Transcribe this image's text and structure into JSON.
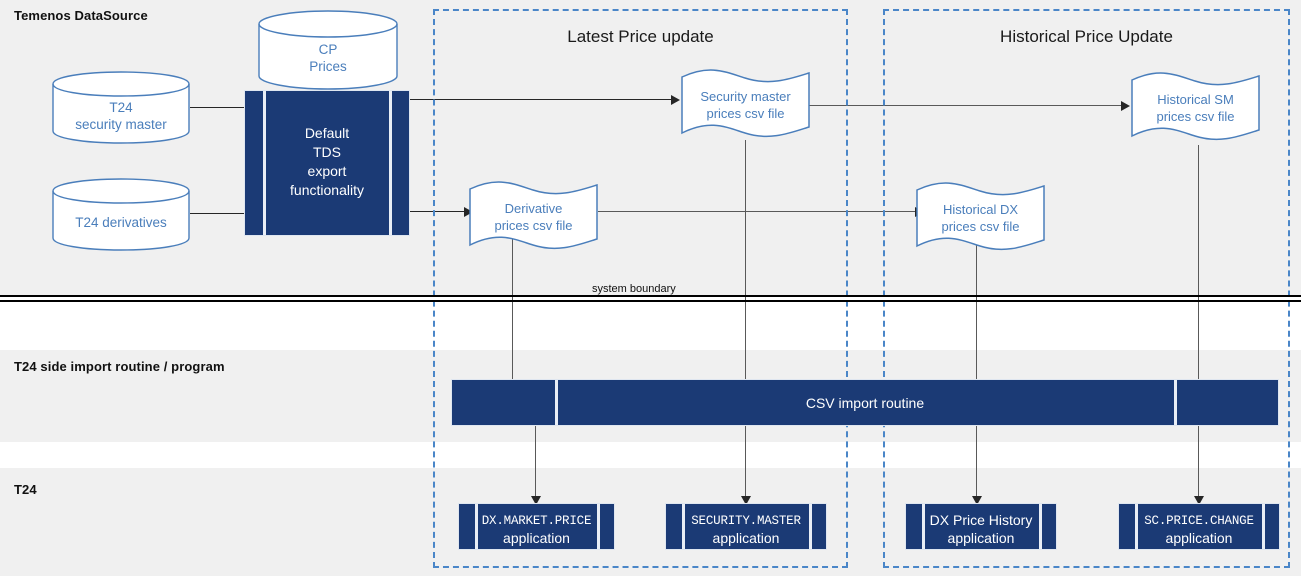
{
  "diagram": {
    "bands": [
      {
        "id": "datasource",
        "label": "Temenos DataSource"
      },
      {
        "id": "import",
        "label": "T24 side import routine / program"
      },
      {
        "id": "t24",
        "label": "T24"
      }
    ],
    "system_boundary_label": "system boundary",
    "regions": [
      {
        "id": "latest",
        "title": "Latest Price update"
      },
      {
        "id": "historical",
        "title": "Historical Price Update"
      }
    ],
    "databases": [
      {
        "id": "t24-security-master",
        "line1": "T24",
        "line2": "security master"
      },
      {
        "id": "t24-derivatives",
        "line1": "T24 derivatives",
        "line2": ""
      },
      {
        "id": "cp-prices",
        "line1": "CP",
        "line2": "Prices"
      }
    ],
    "process": {
      "id": "default-tds-export",
      "line1": "Default",
      "line2": "TDS",
      "line3": "export",
      "line4": "functionality"
    },
    "files": [
      {
        "id": "security-master-csv",
        "line1": "Security master",
        "line2": "prices csv file"
      },
      {
        "id": "derivative-csv",
        "line1": "Derivative",
        "line2": "prices csv file"
      },
      {
        "id": "historical-sm-csv",
        "line1": "Historical SM",
        "line2": "prices csv file"
      },
      {
        "id": "historical-dx-csv",
        "line1": "Historical DX",
        "line2": "prices csv file"
      }
    ],
    "import_routine": {
      "id": "csv-import-routine",
      "label": "CSV import routine"
    },
    "applications": [
      {
        "id": "dx-market-price",
        "name": "DX.MARKET.PRICE",
        "sub": "application",
        "mono": true
      },
      {
        "id": "security-master",
        "name": "SECURITY.MASTER",
        "sub": "application",
        "mono": true
      },
      {
        "id": "dx-price-history",
        "name": "DX Price History",
        "sub": "application",
        "mono": false
      },
      {
        "id": "sc-price-change",
        "name": "SC.PRICE.CHANGE",
        "sub": "application",
        "mono": true
      }
    ],
    "colors": {
      "navy": "#1b3a75",
      "outline_blue": "#4a7ebb",
      "dashed_blue": "#4a86c8",
      "band_gray": "#f0f0f0",
      "connector": "#595959"
    }
  }
}
